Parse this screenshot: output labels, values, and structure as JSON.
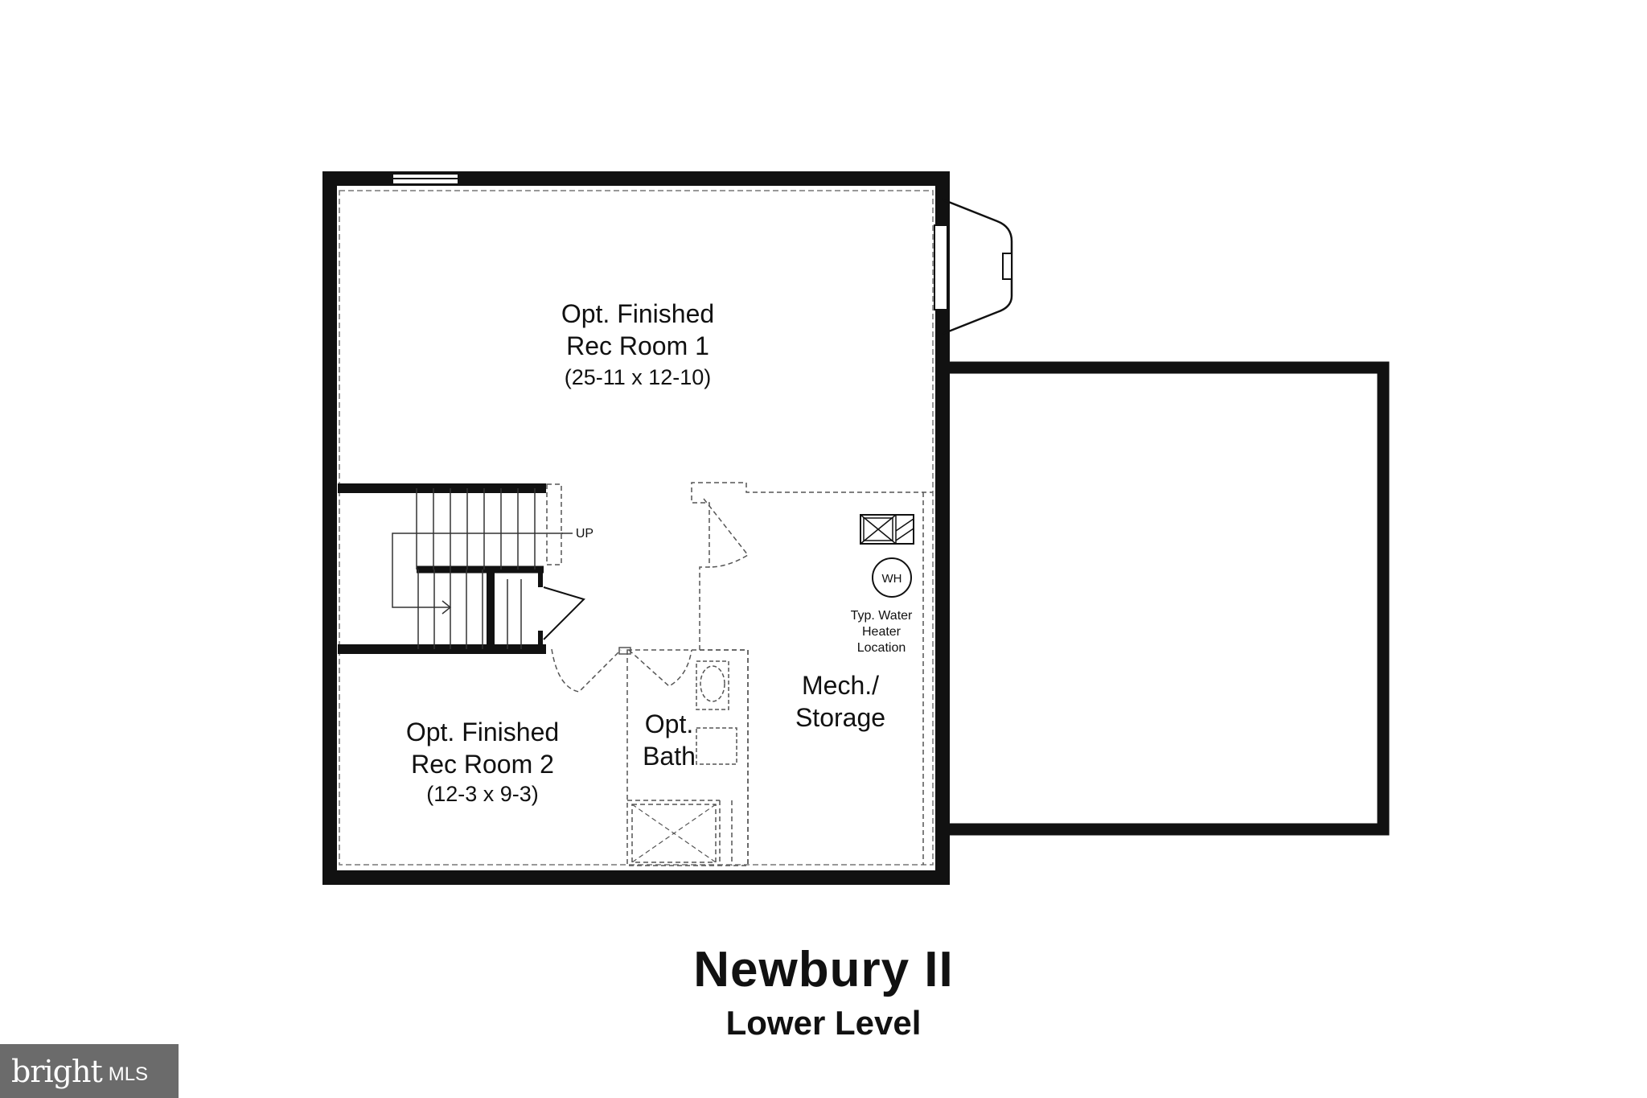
{
  "plan": {
    "title": "Newbury II",
    "subtitle": "Lower Level"
  },
  "rooms": {
    "rec1": {
      "line1": "Opt. Finished",
      "line2": "Rec Room 1",
      "dims": "(25-11 x 12-10)"
    },
    "rec2": {
      "line1": "Opt. Finished",
      "line2": "Rec Room 2",
      "dims": "(12-3 x 9-3)"
    },
    "bath": {
      "line1": "Opt.",
      "line2": "Bath"
    },
    "mech": {
      "line1": "Mech./",
      "line2": "Storage"
    }
  },
  "stairs": {
    "label": "UP"
  },
  "water_heater": {
    "symbol": "WH",
    "note_line1": "Typ. Water",
    "note_line2": "Heater",
    "note_line3": "Location"
  },
  "watermark": {
    "brand": "bright",
    "suffix": "MLS"
  },
  "colors": {
    "wall": "#111111",
    "background": "#ffffff",
    "dashed": "#555555",
    "logo_bg": "#6b6b6b"
  }
}
